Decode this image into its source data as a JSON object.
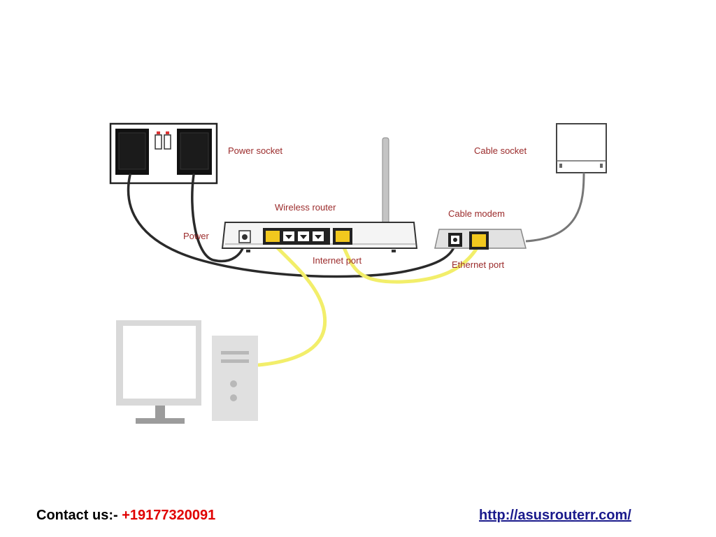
{
  "diagram": {
    "labels": {
      "power_socket": "Power socket",
      "cable_socket": "Cable socket",
      "wireless_router": "Wireless router",
      "cable_modem": "Cable modem",
      "power": "Power",
      "internet_port": "Internet port",
      "ethernet_port": "Ethernet port"
    },
    "colors": {
      "label_text": "#9b2b2b",
      "ethernet_cable": "#f2ee6a",
      "port_yellow": "#f2c81e",
      "cable": "#2a2a2a"
    }
  },
  "footer": {
    "contact_label": "Contact us:-",
    "phone": "+19177320091",
    "url": "http://asusrouterr.com/"
  }
}
